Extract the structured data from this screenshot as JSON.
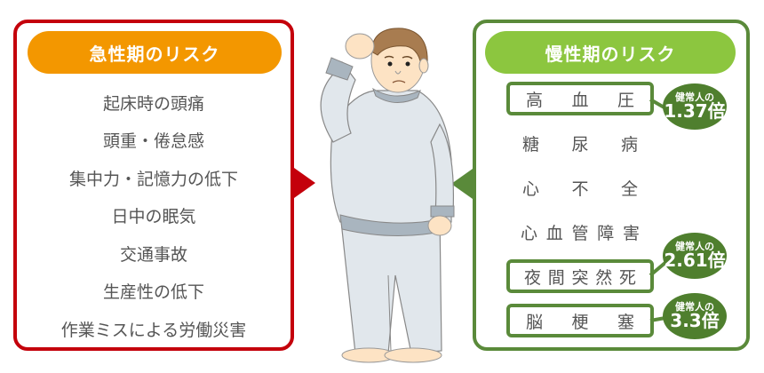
{
  "acute": {
    "title": "急性期のリスク",
    "items": [
      "起床時の頭痛",
      "頭重・倦怠感",
      "集中力・記憶力の低下",
      "日中の眠気",
      "交通事故",
      "生産性の低下",
      "作業ミスによる労働災害"
    ],
    "colors": {
      "border": "#c4000b",
      "header": "#f39700"
    }
  },
  "chronic": {
    "title": "慢性期のリスク",
    "items": [
      {
        "chars": [
          "高",
          "血",
          "圧"
        ],
        "boxed": true,
        "badge": {
          "line1": "健常人の",
          "line2": "1.37倍"
        }
      },
      {
        "chars": [
          "糖",
          "尿",
          "病"
        ],
        "boxed": false
      },
      {
        "chars": [
          "心",
          "不",
          "全"
        ],
        "boxed": false
      },
      {
        "chars": [
          "心",
          "血",
          "管",
          "障",
          "害"
        ],
        "boxed": false
      },
      {
        "chars": [
          "夜",
          "間",
          "突",
          "然",
          "死"
        ],
        "boxed": true,
        "badge": {
          "line1": "健常人の",
          "line2": "2.61倍"
        }
      },
      {
        "chars": [
          "脳",
          "梗",
          "塞"
        ],
        "boxed": true,
        "badge": {
          "line1": "健常人の",
          "line2": "3.3倍"
        }
      }
    ],
    "colors": {
      "border": "#5a8a3a",
      "header": "#8cc63f",
      "badge": "#4f7f2e"
    }
  },
  "figure": {
    "description": "man-holding-head-illustration"
  }
}
